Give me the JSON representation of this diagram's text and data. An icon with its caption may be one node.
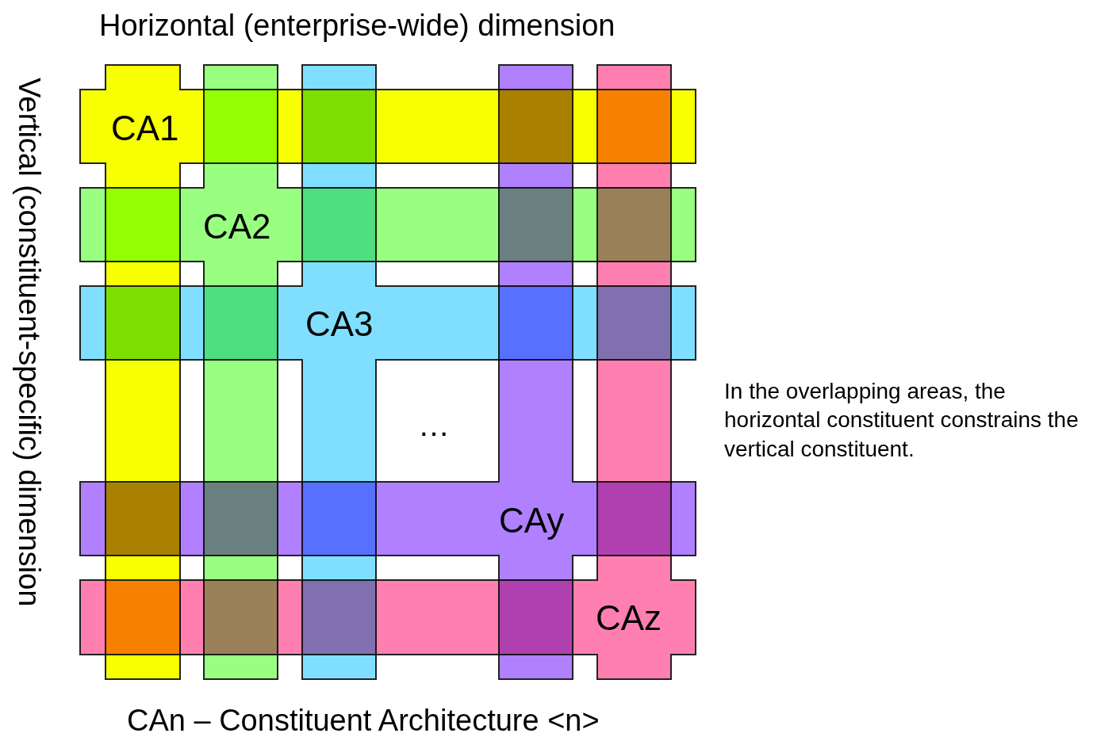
{
  "diagram": {
    "caption": "CAn – Constituent Architecture <n>",
    "nodes": [
      {
        "text": [
          "CA1"
        ]
      },
      {
        "text": [
          "CA2"
        ]
      },
      {
        "text": [
          "CA3"
        ]
      },
      {
        "text": [
          "CAy"
        ]
      },
      {
        "text": [
          "CAz"
        ]
      }
    ],
    "labels": [
      "Horizontal (enterprise-wide) dimension",
      "Vertical (constituent-specific) dimension",
      "…",
      "In the overlapping areas, the horizontal constituent constrains the vertical constituent."
    ]
  }
}
